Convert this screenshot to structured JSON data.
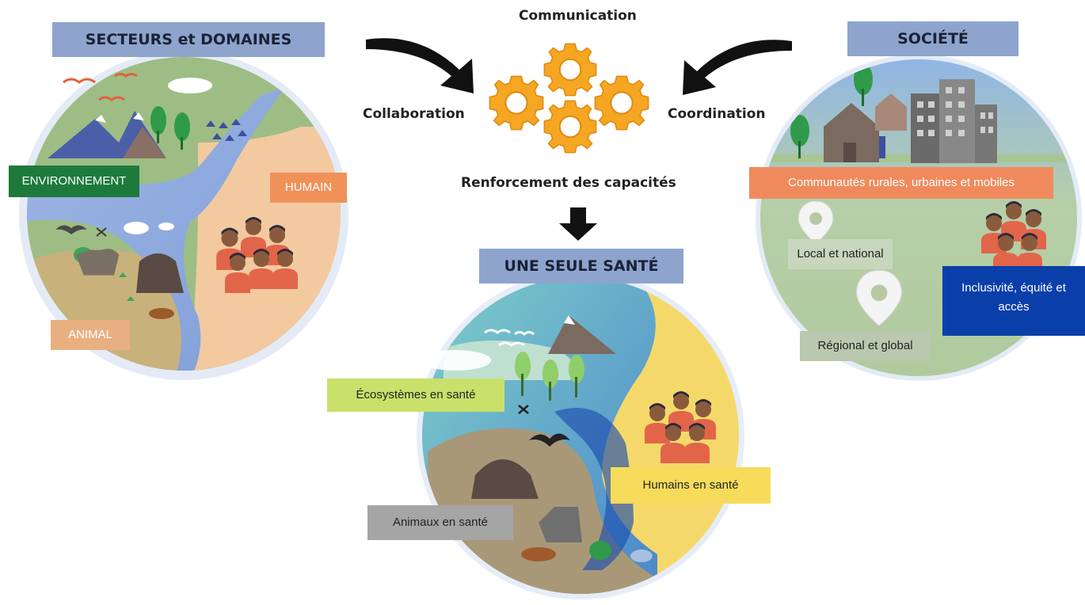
{
  "left": {
    "title": "SECTEURS et DOMAINES",
    "labels": {
      "environment": "ENVIRONNEMENT",
      "human": "HUMAIN",
      "animal": "ANIMAL"
    }
  },
  "center": {
    "words": {
      "communication": "Communication",
      "collaboration": "Collaboration",
      "coordination": "Coordination",
      "capacity": "Renforcement des capacités"
    },
    "title": "UNE SEULE SANTÉ",
    "labels": {
      "ecosystems": "Écosystèmes en santé",
      "humans": "Humains en santé",
      "animals": "Animaux en santé"
    }
  },
  "right": {
    "title": "SOCIÉTÉ",
    "labels": {
      "communities": "Communautés rurales, urbaines et mobiles",
      "local": "Local et national",
      "regional": "Régional et global",
      "inclusivity": "Inclusivité, équité et accès"
    }
  },
  "colors": {
    "title_bg": "#8ea4cc",
    "gear": "#f5a623",
    "environment": "#1e7a3c",
    "human": "#f0915a",
    "animal": "#e8b080",
    "communities": "#f08a5d",
    "inclusivity": "#0a3faa",
    "ecosystems": "#c9e06a",
    "humans": "#f6dc5a",
    "animals": "#a5a5a5"
  },
  "icons": [
    "gear-icon",
    "curved-arrow-icon",
    "down-arrow-icon",
    "location-pin-icon",
    "mountain-icon",
    "tree-icon",
    "bird-icon",
    "bat-icon",
    "mosquito-icon",
    "fish-icon",
    "chicken-icon",
    "goat-icon",
    "gorilla-icon",
    "dog-icon",
    "house-icon",
    "building-icon",
    "people-group-icon"
  ]
}
